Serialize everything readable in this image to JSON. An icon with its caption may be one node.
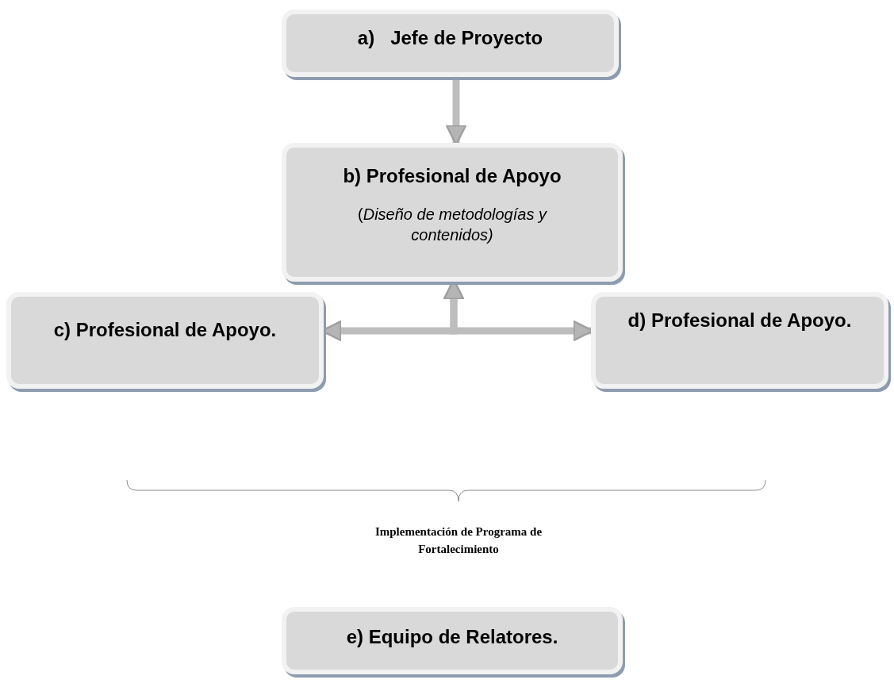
{
  "diagram": {
    "nodes": [
      {
        "text": [
          "a)   Jefe de Proyecto"
        ]
      },
      {
        "text": [
          "b) Profesional de Apoyo",
          "(*Diseño de metodologías y contenidos)*"
        ]
      },
      {
        "text": [
          "c) Profesional de Apoyo."
        ]
      },
      {
        "text": [
          "d) Profesional de Apoyo."
        ]
      },
      {
        "text": [
          "e) Equipo de Relatores."
        ]
      }
    ],
    "edges": [
      {
        "from": 0,
        "to": 1,
        "arrow": "to"
      },
      {
        "from": 2,
        "to": 1,
        "arrow": "both"
      },
      {
        "from": 3,
        "to": 1,
        "arrow": "both"
      }
    ],
    "labels": [
      "Implementación de Programa de Fortalecimiento"
    ]
  }
}
